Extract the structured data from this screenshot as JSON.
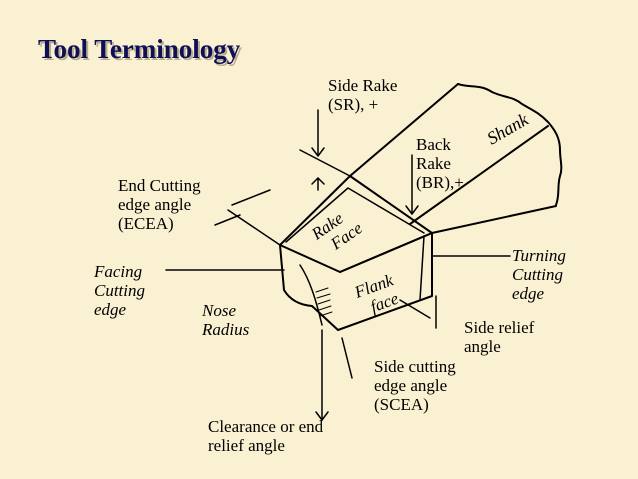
{
  "title": "Tool Terminology",
  "labels": {
    "side_rake": [
      "Side Rake",
      "(SR), +"
    ],
    "back_rake": [
      "Back",
      "Rake",
      "(BR),+"
    ],
    "shank": "Shank",
    "end_cutting_edge_angle": [
      "End Cutting",
      "edge angle",
      "(ECEA)"
    ],
    "rake_face": [
      "Rake",
      "Face"
    ],
    "flank_face": [
      "Flank",
      "face"
    ],
    "turning_cutting_edge": [
      "Turning",
      "Cutting",
      "edge"
    ],
    "facing_cutting_edge": [
      "Facing",
      "Cutting",
      "edge"
    ],
    "nose_radius": [
      "Nose",
      "Radius"
    ],
    "side_relief_angle": [
      "Side relief",
      "angle"
    ],
    "side_cutting_edge_angle": [
      "Side cutting",
      "edge angle",
      "(SCEA)"
    ],
    "clearance_angle": [
      "Clearance or end",
      "relief angle"
    ]
  },
  "colors": {
    "background": "#faf0d2",
    "title": "#0f0f55",
    "title_shadow": "#b9ae92",
    "ink": "#000000"
  }
}
